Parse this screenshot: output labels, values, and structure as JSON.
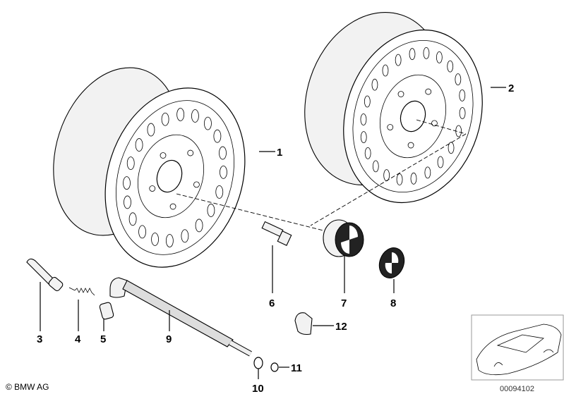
{
  "diagram": {
    "callouts": [
      {
        "number": "1",
        "part": "wheel-front"
      },
      {
        "number": "2",
        "part": "wheel-rear"
      },
      {
        "number": "3",
        "part": "valve-tool"
      },
      {
        "number": "4",
        "part": "valve-insert"
      },
      {
        "number": "5",
        "part": "valve-cap-nut"
      },
      {
        "number": "6",
        "part": "wheel-bolt"
      },
      {
        "number": "7",
        "part": "hub-cap"
      },
      {
        "number": "8",
        "part": "emblem"
      },
      {
        "number": "9",
        "part": "valve-extension-hose"
      },
      {
        "number": "10",
        "part": "washer"
      },
      {
        "number": "11",
        "part": "nut"
      },
      {
        "number": "12",
        "part": "valve-cap"
      }
    ],
    "copyright": "© BMW AG",
    "diagram_id": "00094102"
  }
}
